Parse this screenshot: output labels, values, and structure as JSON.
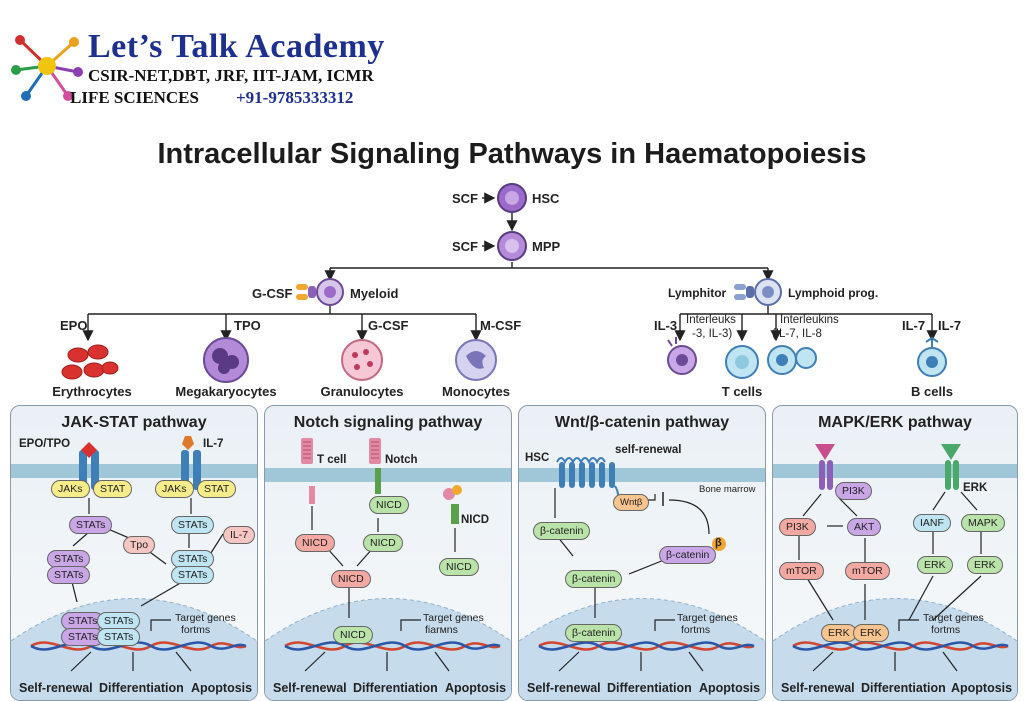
{
  "header": {
    "academy": "Let’s Talk Academy",
    "exams": "CSIR-NET,DBT, JRF, IIT-JAM, ICMR",
    "subject": "LIFE SCIENCES",
    "phone": "+91-9785333312"
  },
  "title": "Intracellular Signaling Pathways in Haematopoiesis",
  "tree": {
    "scf1": "SCF",
    "hsc": "HSC",
    "scf2": "SCF",
    "mpp": "MPP",
    "gcsf": "G-CSF",
    "myeloid": "Myeloid",
    "lymphitor": "Lymphitor",
    "lymphoid": "Lymphoid prog.",
    "epo": "EPO",
    "tpo": "TPO",
    "gcsf2": "G-CSF",
    "mcsf": "M-CSF",
    "il3": "IL-3",
    "interleuks": "Interleuks",
    "interleuks2": "-3, IL-3)",
    "interleukins": "Interleukins",
    "interleukins2": "(IL-7, IL-8",
    "il7a": "IL-7",
    "il7b": "IL-7",
    "erythrocytes": "Erythrocytes",
    "megakaryocytes": "Megakaryocytes",
    "granulocytes": "Granulocytes",
    "monocytes": "Monocytes",
    "tcells": "T cells",
    "bcells": "B cells"
  },
  "panels": [
    {
      "title": "JAK-STAT pathway",
      "labels": {
        "ligand1": "EPO/TPO",
        "ligand2": "IL-7",
        "jaks1": "JAKs",
        "stat1": "STAT",
        "jaks2": "JAKs",
        "stat2": "STAT",
        "stats1": "STATs",
        "stats2": "STATs",
        "tpo": "Tpo",
        "il7": "IL-7",
        "stats3": "STATs",
        "stats4": "STATs",
        "stats5": "STATs",
        "stats6": "STATs",
        "nuc1": "STATs",
        "nuc2": "STATs",
        "nuc3": "STATs",
        "nuc4": "STATs",
        "target": "Target genes",
        "target2": "fortms"
      },
      "outcomes": [
        "Self-renewal",
        "Differentiation",
        "Apoptosis"
      ]
    },
    {
      "title": "Notch signaling pathway",
      "labels": {
        "tcell": "T cell",
        "notch": "Notch",
        "nicd1": "NICD",
        "nicd2": "NICD",
        "nicd3": "NICD",
        "nicd4": "NICD",
        "nicd5": "NICD",
        "nicd6": "NICD",
        "target": "Target genes",
        "target2": "fiarмns"
      },
      "outcomes": [
        "Self-renewal",
        "Differentiation",
        "Apoptosis"
      ]
    },
    {
      "title": "Wnt/β-catenin pathway",
      "labels": {
        "hsc": "HSC",
        "selfrenewal": "self-renewal",
        "bonemarrow": "Bone marrow",
        "wnt": "Wntβ",
        "bcat1": "β-catenin",
        "bcat2": "β-catenin",
        "bcat3": "β-catenin",
        "bcat4": "β-catenin",
        "beta": "β",
        "target": "Target genes",
        "target2": "fortms"
      },
      "outcomes": [
        "Self-renewal",
        "Differentiation",
        "Apoptosis"
      ]
    },
    {
      "title": "MAPK/ERK pathway",
      "labels": {
        "erk_r": "ERK",
        "pi3k1": "PI3K",
        "pi3k2": "PI3K",
        "akt": "AKT",
        "ianf": "IANF",
        "mapk": "MAPK",
        "mtor1": "mTOR",
        "mtor2": "mTOR",
        "erk1": "ERK",
        "erk2": "ERK",
        "erk3": "ERK",
        "erk4": "ERK",
        "target": "Target genes",
        "target2": "fortms"
      },
      "outcomes": [
        "Self-renewal",
        "Differentiation",
        "Apoptosis"
      ]
    }
  ],
  "colors": {
    "membrane": "#9fc7d8",
    "nucleus": "#c6dced",
    "dna_red": "#d2452f",
    "dna_blue": "#2b56a8",
    "receptor_blue": "#3f7fb8",
    "receptor_purple": "#8c5fb8"
  }
}
